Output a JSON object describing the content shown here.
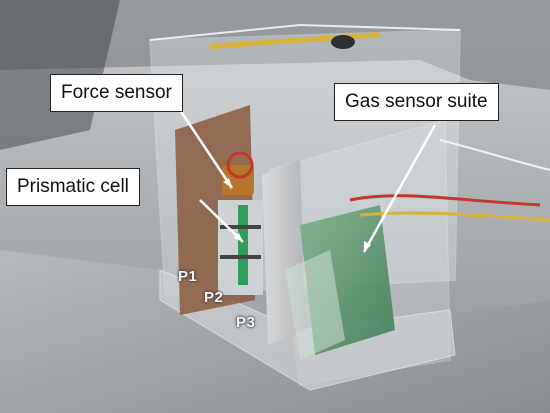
{
  "labels": {
    "force_sensor": "Force sensor",
    "gas_sensor_suite": "Gas sensor suite",
    "prismatic_cell": "Prismatic cell",
    "p1": "P1",
    "p2": "P2",
    "p3": "P3"
  },
  "colors": {
    "callout_fill": "#ffffff",
    "callout_border": "#222222",
    "arrow": "#ffffff",
    "position_label": "#f4f4f4"
  }
}
